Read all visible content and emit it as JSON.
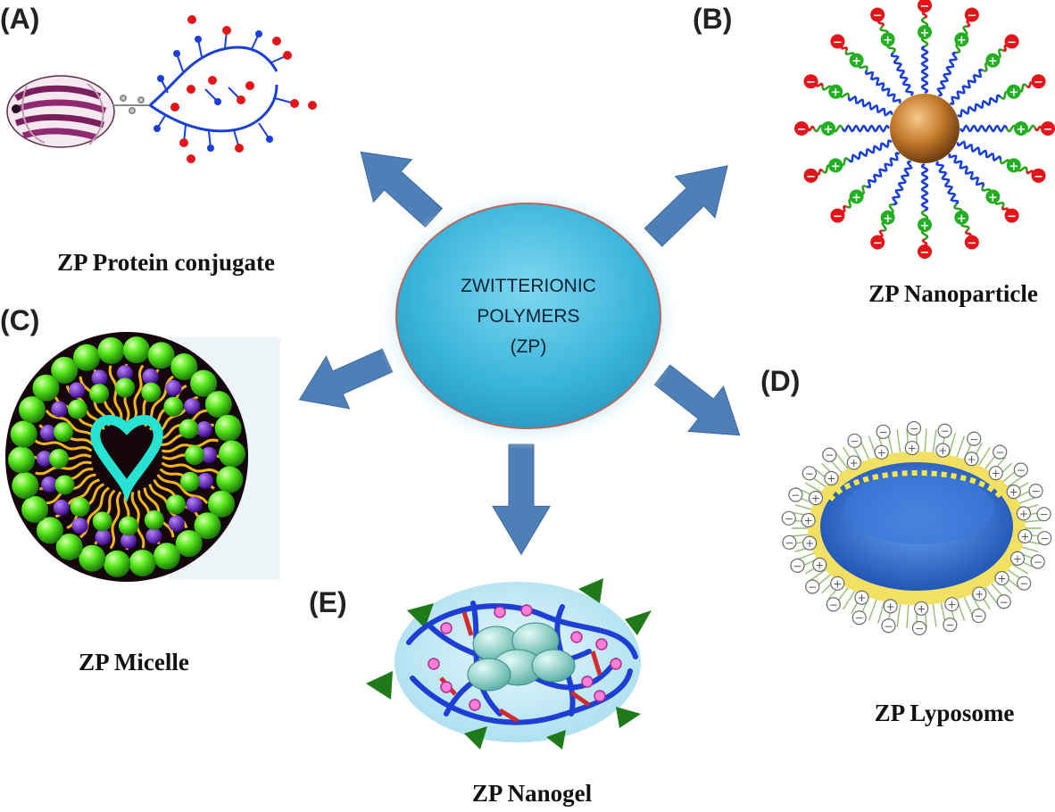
{
  "center": {
    "line1": "ZWITTERIONIC",
    "line2": "POLYMERS",
    "line3": "(ZP)"
  },
  "panels": {
    "a": {
      "letter": "(A)",
      "caption": "ZP Protein conjugate"
    },
    "b": {
      "letter": "(B)",
      "caption": "ZP Nanoparticle"
    },
    "c": {
      "letter": "(C)",
      "caption": "ZP Micelle"
    },
    "d": {
      "letter": "(D)",
      "caption": "ZP Lyposome"
    },
    "e": {
      "letter": "(E)",
      "caption": "ZP Nanogel"
    }
  },
  "glyphs": {
    "plus": "+",
    "minus": "−"
  },
  "colors": {
    "hub_fill": "#3db9dc",
    "hub_stroke": "#b8675e",
    "arrow": "#4f7fb7",
    "chain_blue": "#1a3fd8",
    "chain_green": "#2aa31a",
    "charge_red": "#e3151a",
    "charge_green": "#22b022",
    "nanoparticle_core": "#c47a2c",
    "micelle_green": "#57e81c",
    "micelle_purple": "#6a19c7",
    "liposome_core": "#2c6ad1"
  }
}
